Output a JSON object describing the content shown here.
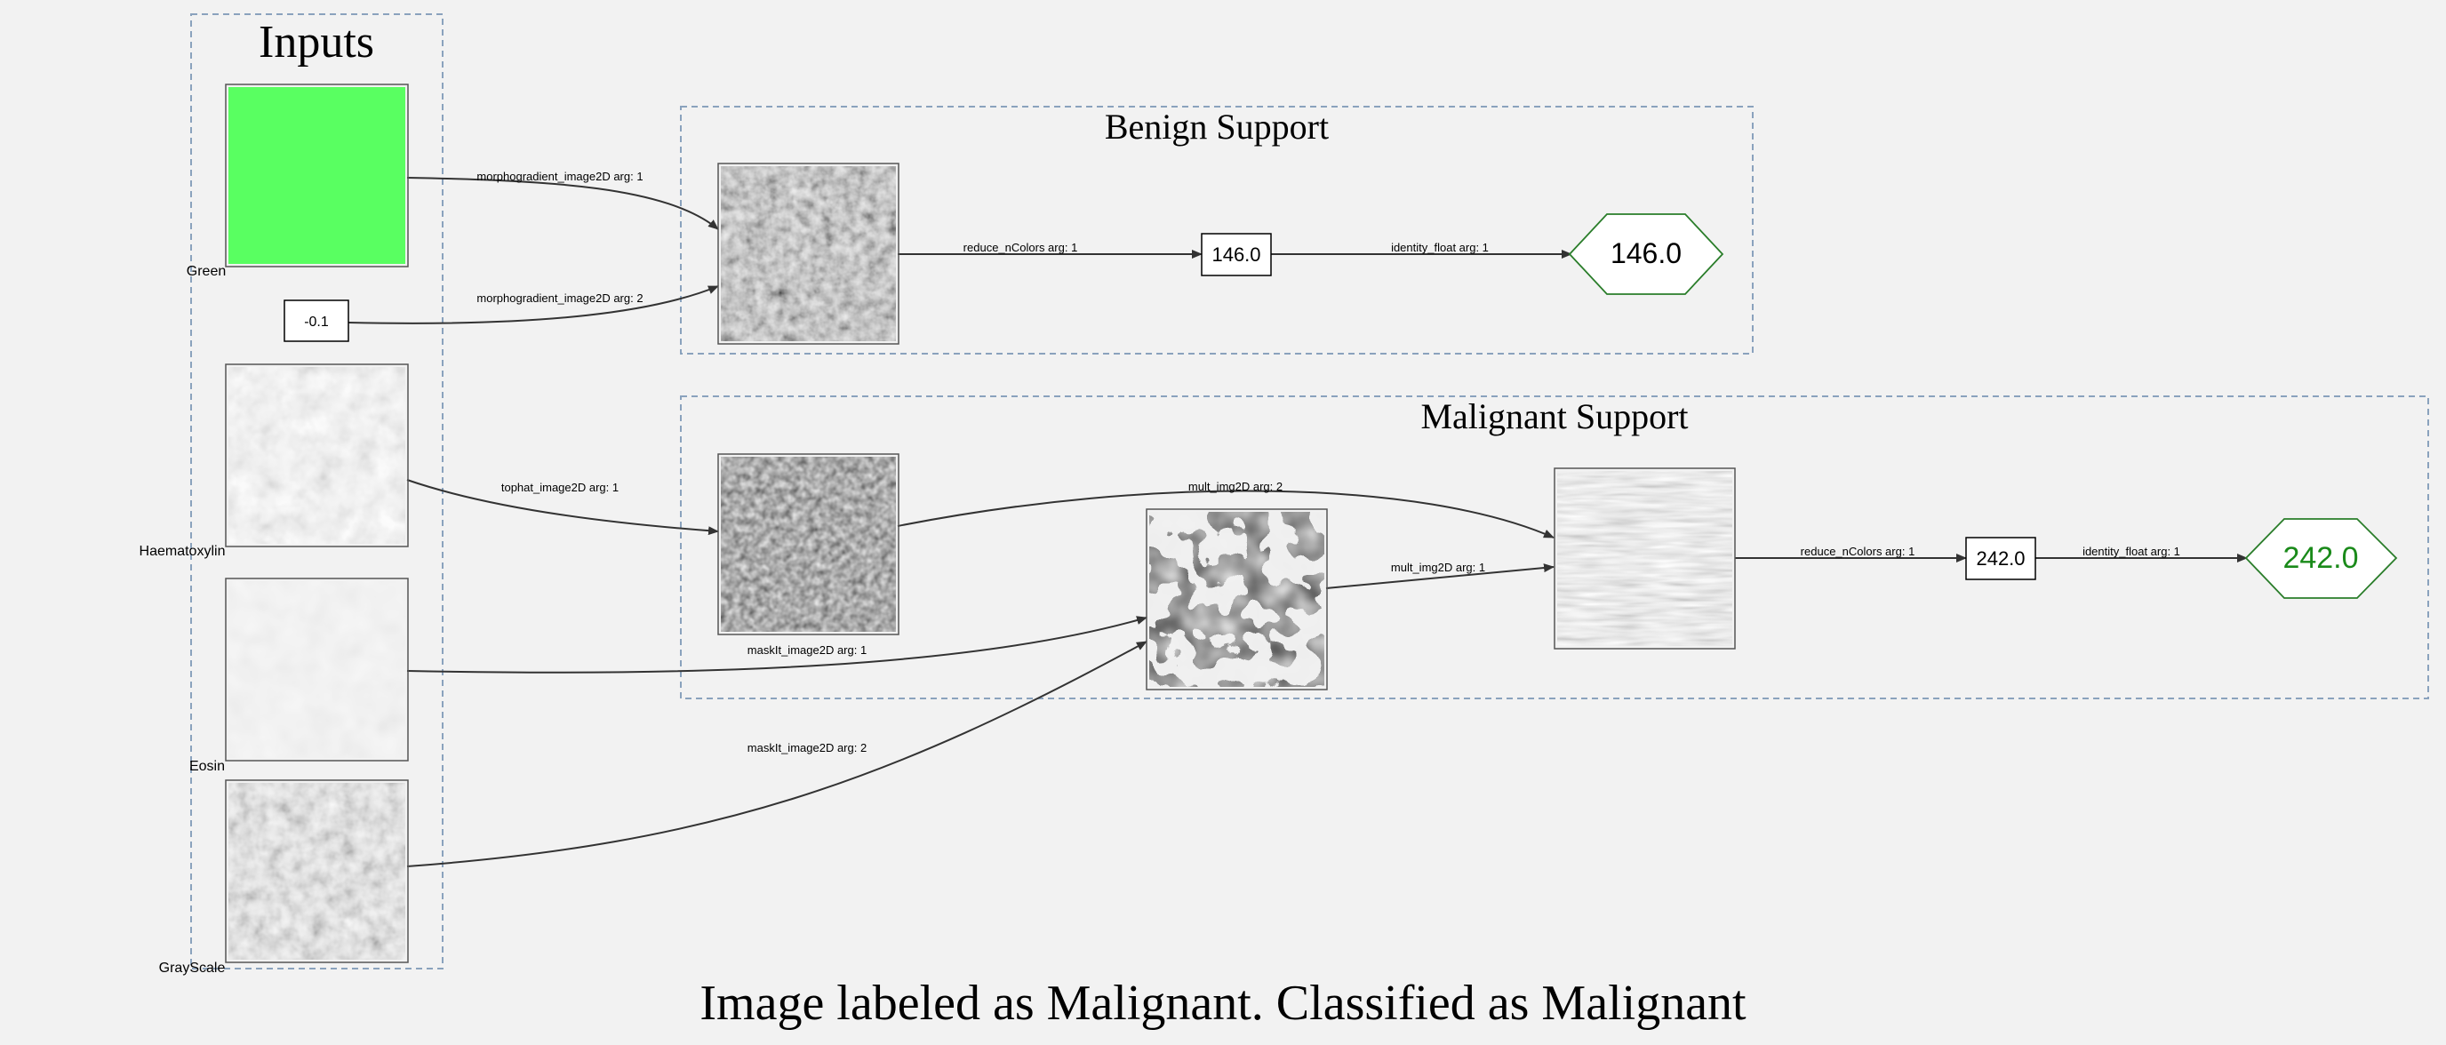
{
  "clusters": {
    "inputs": "Inputs",
    "benign": "Benign Support",
    "malignant": "Malignant Support"
  },
  "inputs": {
    "green": "Green",
    "constant": "-0.1",
    "haematoxylin": "Haematoxylin",
    "eosin": "Eosin",
    "grayscale": "GrayScale"
  },
  "edges": {
    "morph1": "morphogradient_image2D arg: 1",
    "morph2": "morphogradient_image2D arg: 2",
    "reduce_benign": "reduce_nColors arg: 1",
    "identity_benign": "identity_float arg: 1",
    "tophat": "tophat_image2D arg: 1",
    "mult2": "mult_img2D arg: 2",
    "mult1": "mult_img2D arg: 1",
    "mask1": "maskIt_image2D arg: 1",
    "mask2": "maskIt_image2D arg: 2",
    "reduce_malignant": "reduce_nColors arg: 1",
    "identity_malignant": "identity_float arg: 1"
  },
  "values": {
    "benign_reduce": "146.0",
    "benign_output": "146.0",
    "malignant_reduce": "242.0",
    "malignant_output": "242.0"
  },
  "colors": {
    "output_green": "#2a7d2a",
    "malignant_text": "#1a8a1a",
    "benign_text": "#000000"
  },
  "caption": "Image labeled as Malignant. Classified as Malignant"
}
